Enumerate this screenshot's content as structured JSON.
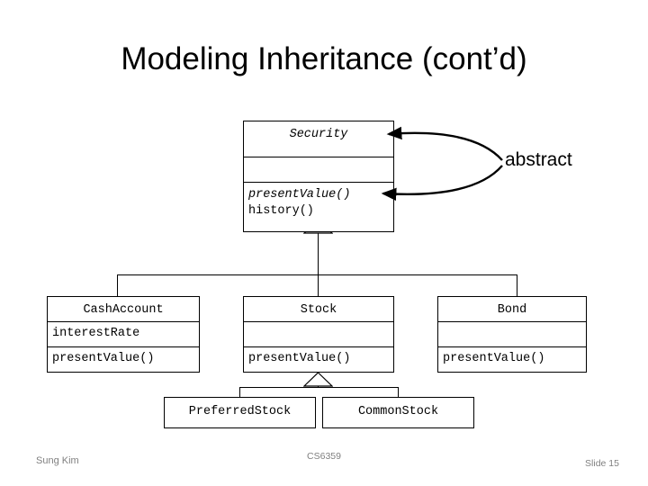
{
  "slide": {
    "title": "Modeling Inheritance (cont’d)",
    "footer": {
      "author": "Sung Kim",
      "course": "CS6359",
      "slide_number": "Slide 15"
    }
  },
  "annotation": {
    "abstract_label": "abstract"
  },
  "diagram": {
    "type": "uml-class-diagram",
    "classes": [
      {
        "id": "security",
        "name": "Security",
        "name_italic": true,
        "attributes": [],
        "operations": [
          {
            "text": "presentValue()",
            "italic": true
          },
          {
            "text": "history()",
            "italic": false
          }
        ]
      },
      {
        "id": "cashaccount",
        "name": "CashAccount",
        "name_italic": false,
        "attributes": [
          {
            "text": "interestRate",
            "italic": false
          }
        ],
        "operations": [
          {
            "text": "presentValue()",
            "italic": false
          }
        ]
      },
      {
        "id": "stock",
        "name": "Stock",
        "name_italic": false,
        "attributes": [],
        "operations": [
          {
            "text": "presentValue()",
            "italic": false
          }
        ]
      },
      {
        "id": "bond",
        "name": "Bond",
        "name_italic": false,
        "attributes": [],
        "operations": [
          {
            "text": "presentValue()",
            "italic": false
          }
        ]
      },
      {
        "id": "preferredstock",
        "name": "PreferredStock",
        "name_italic": false,
        "attributes": [],
        "operations": []
      },
      {
        "id": "commonstock",
        "name": "CommonStock",
        "name_italic": false,
        "attributes": [],
        "operations": []
      }
    ],
    "generalizations": [
      {
        "parent": "security",
        "children": [
          "cashaccount",
          "stock",
          "bond"
        ]
      },
      {
        "parent": "stock",
        "children": [
          "preferredstock",
          "commonstock"
        ]
      }
    ],
    "callouts": [
      {
        "label": "abstract",
        "targets": [
          "security-name",
          "security-presentValue"
        ]
      }
    ]
  },
  "colors": {
    "stroke": "#000000",
    "background": "#ffffff",
    "footer_text": "#808080"
  }
}
